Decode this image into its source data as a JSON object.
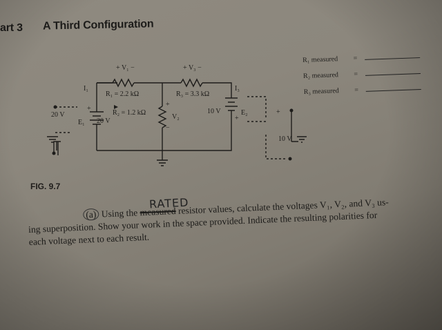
{
  "page": {
    "part_label": "art 3",
    "section_title": "A Third Configuration",
    "figure_label": "FIG. 9.7"
  },
  "circuit": {
    "v1_label": "+ V₁ −",
    "v3_label": "+ V₃ −",
    "r1_label": "R₁ = 2.2 kΩ",
    "r3_label": "R₃ = 3.3 kΩ",
    "r2_label": "R₂ = 1.2 kΩ",
    "v2_label": "V₂",
    "i1_label": "I₁",
    "i3_label": "I₃",
    "e1_label": "E₁",
    "e2_label": "E₂",
    "e1_value": "20 V",
    "e2_value": "10 V",
    "left_source_value": "20 V",
    "right_source_value": "10 V",
    "plus": "+",
    "minus": "−"
  },
  "measured": {
    "rows": [
      {
        "label": "R₁ measured",
        "equals": "="
      },
      {
        "label": "R₂ measured",
        "equals": "="
      },
      {
        "label": "R₃ measured",
        "equals": "="
      }
    ]
  },
  "question": {
    "handwritten_word": "RATED",
    "part_letter": "(a)",
    "line1_start": "Using the ",
    "struck_word": "measured",
    "line1_end": " resistor values, calculate the voltages V₁, V₂, and V₃ us-",
    "line2": "ing superposition. Show your work in the space provided. Indicate the resulting polarities for",
    "line3": "each voltage next to each result."
  }
}
